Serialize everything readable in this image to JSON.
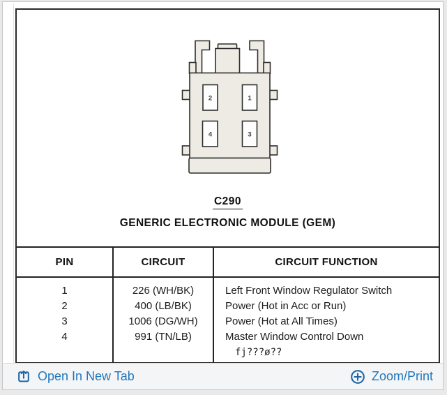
{
  "connector": {
    "id_label": "C290",
    "title": "GENERIC ELECTRONIC MODULE (GEM)",
    "pin_slots": [
      "2",
      "1",
      "4",
      "3"
    ]
  },
  "table": {
    "headers": [
      "PIN",
      "CIRCUIT",
      "CIRCUIT FUNCTION"
    ],
    "rows": [
      {
        "pin": "1",
        "circuit": "226 (WH/BK)",
        "function": [
          "Left Front Window Regulator Switch"
        ]
      },
      {
        "pin": "2",
        "circuit": "400 (LB/BK)",
        "function": [
          "Power (Hot in Acc or Run)"
        ]
      },
      {
        "pin": "3",
        "circuit": "1006 (DG/WH)",
        "function": [
          "Power (Hot at All Times)"
        ]
      },
      {
        "pin": "4",
        "circuit": "991 (TN/LB)",
        "function": [
          "Master Window Control Down",
          "fj???ø??"
        ]
      }
    ]
  },
  "toolbar": {
    "open_in_new_tab_label": "Open In New Tab",
    "zoom_print_label": "Zoom/Print"
  },
  "colors": {
    "link_blue": "#2277bd",
    "icon_blue": "#1d66a7",
    "frame_black": "#2a2a2a",
    "connector_body": "#edebe4",
    "toolbar_bg": "#f4f5f6"
  }
}
